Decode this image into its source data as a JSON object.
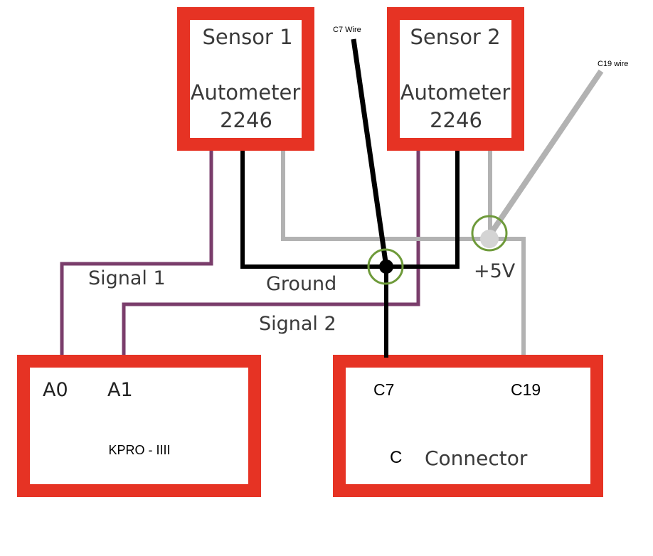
{
  "colors": {
    "box_border": "#e63324",
    "box_fill": "#ffffff",
    "signal_wire": "#7a3d6b",
    "ground_wire": "#000000",
    "power_wire": "#b2b2b2",
    "junction_circle": "#6e9a3a",
    "text": "#3a3a3a"
  },
  "sensor1": {
    "title": "Sensor 1",
    "model_line1": "Autometer",
    "model_line2": "2246"
  },
  "sensor2": {
    "title": "Sensor 2",
    "model_line1": "Autometer",
    "model_line2": "2246"
  },
  "kpro": {
    "pin_a0": "A0",
    "pin_a1": "A1",
    "name": "KPRO - IIII"
  },
  "connector": {
    "pin_c7": "C7",
    "pin_c19": "C19",
    "letter": "C",
    "name": "Connector"
  },
  "wires": {
    "signal1": "Signal 1",
    "ground": "Ground",
    "signal2": "Signal 2",
    "plus5v": "+5V",
    "c7_wire": "C7 Wire",
    "c19_wire": "C19 wire"
  }
}
